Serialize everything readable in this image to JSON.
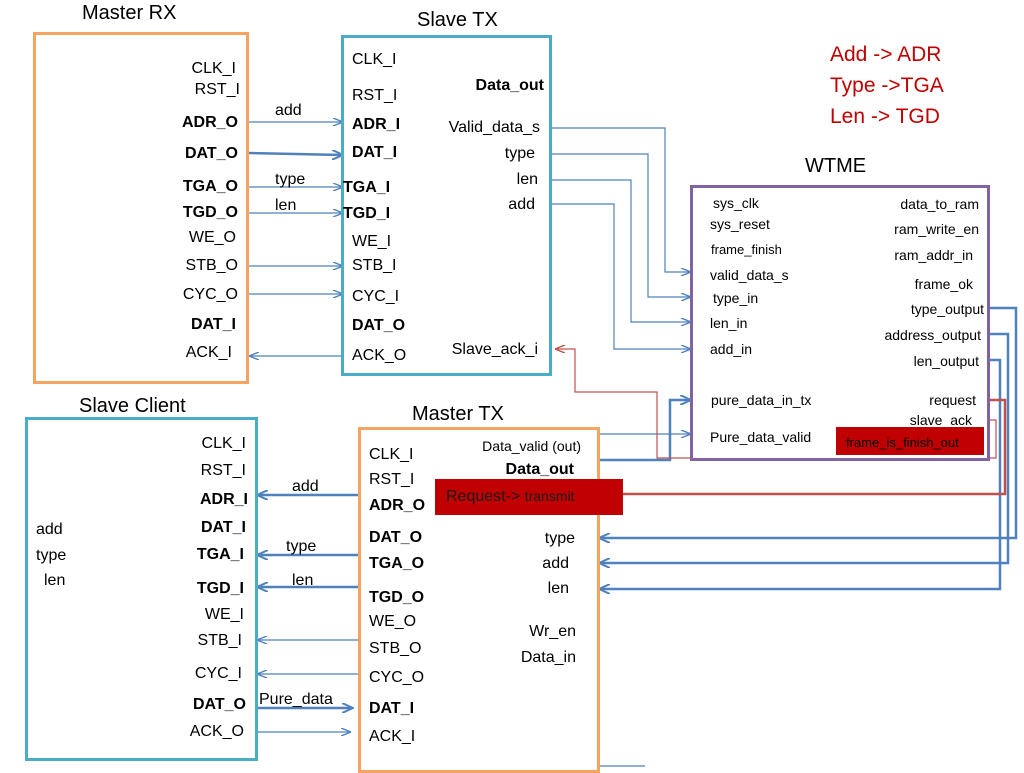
{
  "legend": {
    "line1": "Add -> ADR",
    "line2": "Type ->TGA",
    "line3": "Len -> TGD",
    "color": "#c00000"
  },
  "master_rx": {
    "title": "Master RX",
    "ports": [
      "CLK_I",
      "RST_I",
      "ADR_O",
      "DAT_O",
      "TGA_O",
      "TGD_O",
      "WE_O",
      "STB_O",
      "CYC_O",
      "DAT_I",
      "ACK_I"
    ]
  },
  "slave_tx": {
    "title": "Slave TX",
    "ports_left": [
      "CLK_I",
      "RST_I",
      "ADR_I",
      "DAT_I",
      "TGA_I",
      "TGD_I",
      "WE_I",
      "STB_I",
      "CYC_I",
      "DAT_O",
      "ACK_O"
    ],
    "ports_right": [
      "Data_out",
      "Valid_data_s",
      "type",
      "len",
      "add",
      "Slave_ack_i"
    ]
  },
  "wtme": {
    "title": "WTME",
    "ports_left": [
      "sys_clk",
      "sys_reset",
      "frame_finish",
      "valid_data_s",
      "type_in",
      "len_in",
      "add_in",
      "pure_data_in_tx",
      "Pure_data_valid"
    ],
    "ports_right": [
      "data_to_ram",
      "ram_write_en",
      "ram_addr_in",
      "frame_ok",
      "type_output",
      "address_output",
      "len_output",
      "request",
      "slave_ack",
      "frame_is_finish_out"
    ]
  },
  "slave_client": {
    "title": "Slave Client",
    "inner": [
      "add",
      "type",
      "len"
    ],
    "ports": [
      "CLK_I",
      "RST_I",
      "ADR_I",
      "DAT_I",
      "TGA_I",
      "TGD_I",
      "WE_I",
      "STB_I",
      "CYC_I",
      "DAT_O",
      "ACK_O"
    ]
  },
  "master_tx": {
    "title": "Master TX",
    "ports_left": [
      "CLK_I",
      "RST_I",
      "ADR_O",
      "DAT_O",
      "TGA_O",
      "TGD_O",
      "WE_O",
      "STB_O",
      "CYC_O",
      "DAT_I",
      "ACK_I"
    ],
    "ports_right": [
      "Data_valid (out)",
      "Data_out",
      "type",
      "add",
      "len",
      "Wr_en",
      "Data_in"
    ],
    "request_label": "Request-> ",
    "request_label_small": "transmit"
  },
  "wires": {
    "add": "add",
    "type": "type",
    "len": "len",
    "pure_data": "Pure_data"
  },
  "colors": {
    "orange": "#f4a460",
    "teal": "#4bacc6",
    "purple": "#8064a2",
    "arrow_blue": "#4f81bd",
    "red": "#c00000"
  }
}
